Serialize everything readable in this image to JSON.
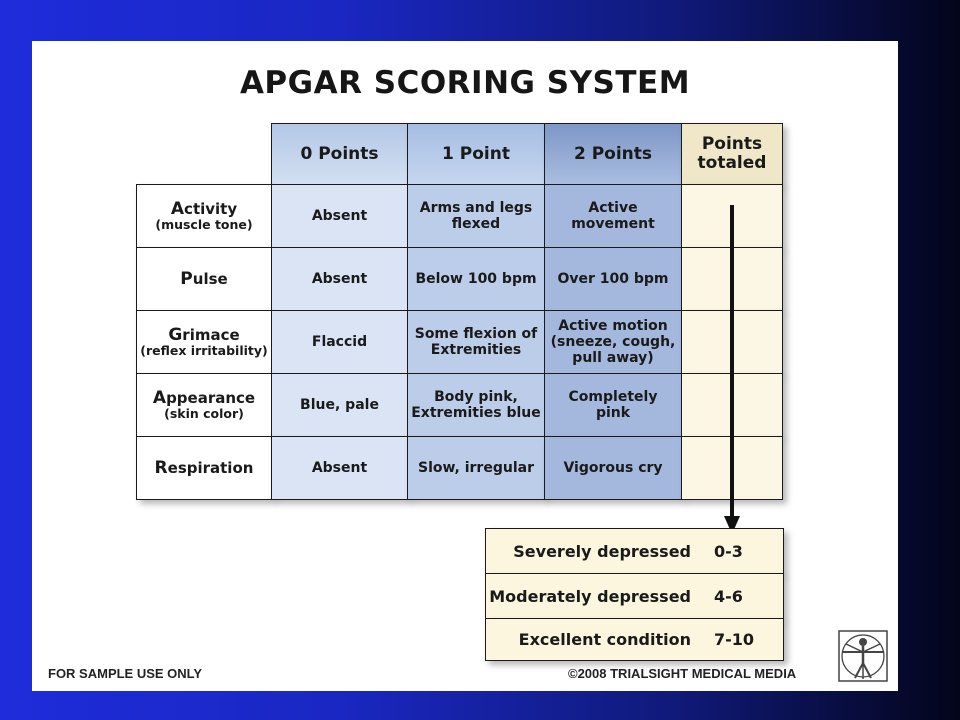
{
  "slide": {
    "title": "APGAR SCORING SYSTEM",
    "columns": [
      "0 Points",
      "1 Point",
      "2 Points",
      "Points\ntotaled"
    ],
    "rows": [
      {
        "name_initial": "A",
        "name_rest": "ctivity",
        "sub": "(muscle tone)",
        "cells": [
          "Absent",
          "Arms and legs\nflexed",
          "Active\nmovement"
        ]
      },
      {
        "name_initial": "P",
        "name_rest": "ulse",
        "sub": "",
        "cells": [
          "Absent",
          "Below 100 bpm",
          "Over 100 bpm"
        ]
      },
      {
        "name_initial": "G",
        "name_rest": "rimace",
        "sub": "(reflex irritability)",
        "cells": [
          "Flaccid",
          "Some flexion of\nExtremities",
          "Active motion\n(sneeze, cough,\npull away)"
        ]
      },
      {
        "name_initial": "A",
        "name_rest": "ppearance",
        "sub": "(skin color)",
        "cells": [
          "Blue, pale",
          "Body pink,\nExtremities blue",
          "Completely\npink"
        ]
      },
      {
        "name_initial": "R",
        "name_rest": "espiration",
        "sub": "",
        "cells": [
          "Absent",
          "Slow, irregular",
          "Vigorous cry"
        ]
      }
    ],
    "results": [
      {
        "label": "Severely depressed",
        "range": "0-3"
      },
      {
        "label": "Moderately depressed",
        "range": "4-6"
      },
      {
        "label": "Excellent condition",
        "range": "7-10"
      }
    ],
    "footer_left": "FOR SAMPLE USE ONLY",
    "footer_right": "©2008 TRIALSIGHT MEDICAL MEDIA",
    "logo_icon": "vitruvian-man-icon"
  }
}
